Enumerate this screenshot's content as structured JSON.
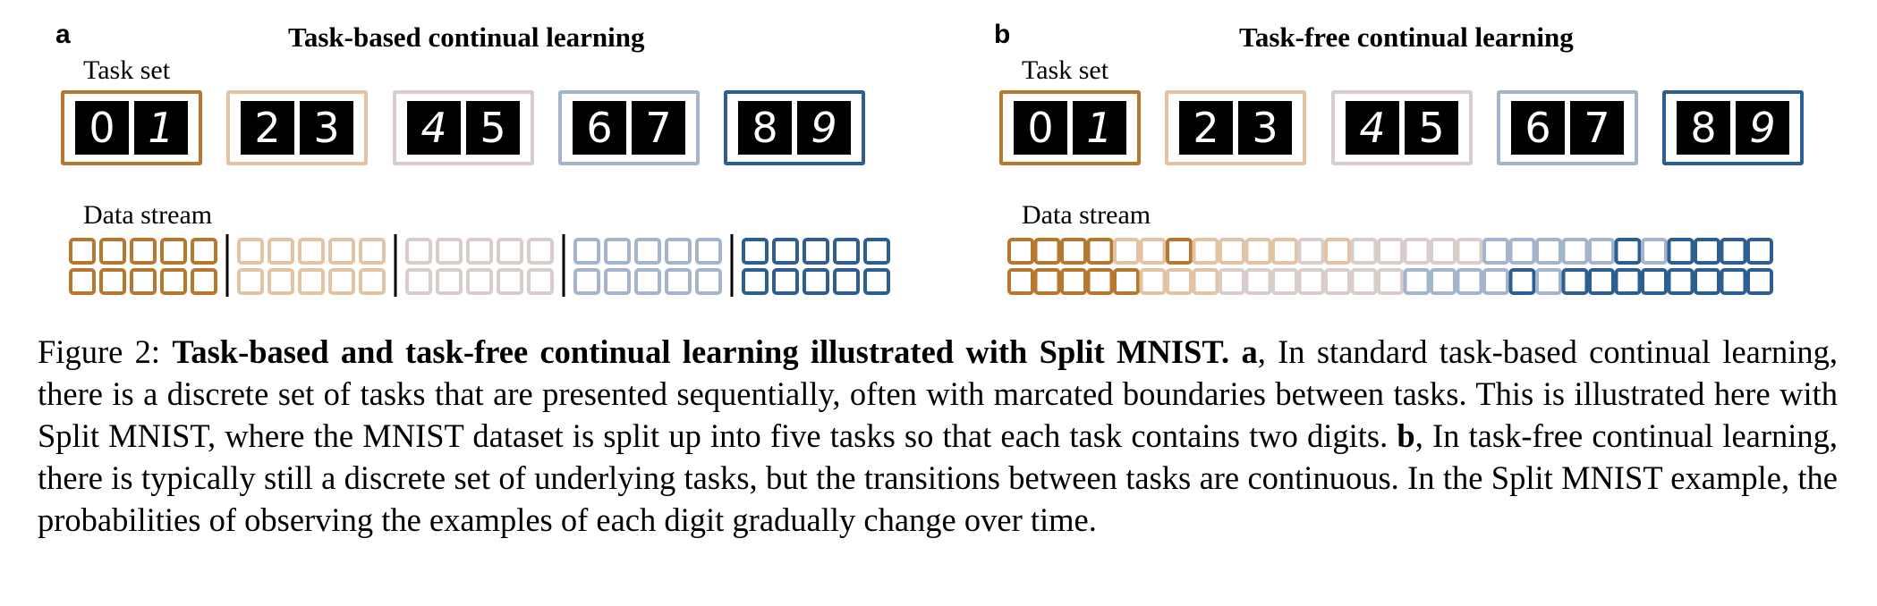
{
  "colors": {
    "task_colors": [
      "#b8772e",
      "#e2c3a4",
      "#d8cdcb",
      "#a4b4cd",
      "#2d5e92"
    ],
    "digit_bg": "#000000",
    "divider": "#000000"
  },
  "panel_a": {
    "letter": "a",
    "title": "Task-based continual learning",
    "task_set_label": "Task set",
    "data_stream_label": "Data stream",
    "tasks": [
      {
        "digits": [
          "0",
          "1"
        ]
      },
      {
        "digits": [
          "2",
          "3"
        ]
      },
      {
        "digits": [
          "4",
          "5"
        ]
      },
      {
        "digits": [
          "6",
          "7"
        ]
      },
      {
        "digits": [
          "8",
          "9"
        ]
      }
    ],
    "stream_rows": [
      [
        0,
        0,
        0,
        0,
        0,
        1,
        1,
        1,
        1,
        1,
        2,
        2,
        2,
        2,
        2,
        3,
        3,
        3,
        3,
        3,
        4,
        4,
        4,
        4,
        4
      ],
      [
        0,
        0,
        0,
        0,
        0,
        1,
        1,
        1,
        1,
        1,
        2,
        2,
        2,
        2,
        2,
        3,
        3,
        3,
        3,
        3,
        4,
        4,
        4,
        4,
        4
      ]
    ],
    "stream_dividers_after": [
      5,
      10,
      15,
      20
    ]
  },
  "panel_b": {
    "letter": "b",
    "title": "Task-free continual learning",
    "task_set_label": "Task set",
    "data_stream_label": "Data stream",
    "tasks": [
      {
        "digits": [
          "0",
          "1"
        ]
      },
      {
        "digits": [
          "2",
          "3"
        ]
      },
      {
        "digits": [
          "4",
          "5"
        ]
      },
      {
        "digits": [
          "6",
          "7"
        ]
      },
      {
        "digits": [
          "8",
          "9"
        ]
      }
    ],
    "stream_rows": [
      [
        0,
        0,
        0,
        0,
        1,
        1,
        0,
        1,
        1,
        1,
        1,
        2,
        1,
        2,
        2,
        2,
        2,
        2,
        3,
        3,
        3,
        3,
        3,
        4,
        3,
        4,
        4,
        4,
        4
      ],
      [
        0,
        0,
        0,
        0,
        0,
        1,
        1,
        1,
        2,
        2,
        2,
        2,
        2,
        2,
        2,
        3,
        3,
        3,
        3,
        4,
        3,
        4,
        4,
        4,
        4,
        4,
        4,
        4,
        4
      ]
    ]
  },
  "caption": {
    "label": "Figure 2:",
    "bold_title": "Task-based and task-free continual learning illustrated with Split MNIST.",
    "a_marker": "a",
    "a_text": ", In standard task-based continual learning, there is a discrete set of tasks that are presented sequentially, often with marcated boundaries between tasks. This is illustrated here with Split MNIST, where the MNIST dataset is split up into five tasks so that each task contains two digits.",
    "b_marker": "b",
    "b_text": ", In task-free continual learning, there is typically still a discrete set of underlying tasks, but the transitions between tasks are continuous. In the Split MNIST example, the probabilities of observing the examples of each digit gradually change over time."
  }
}
